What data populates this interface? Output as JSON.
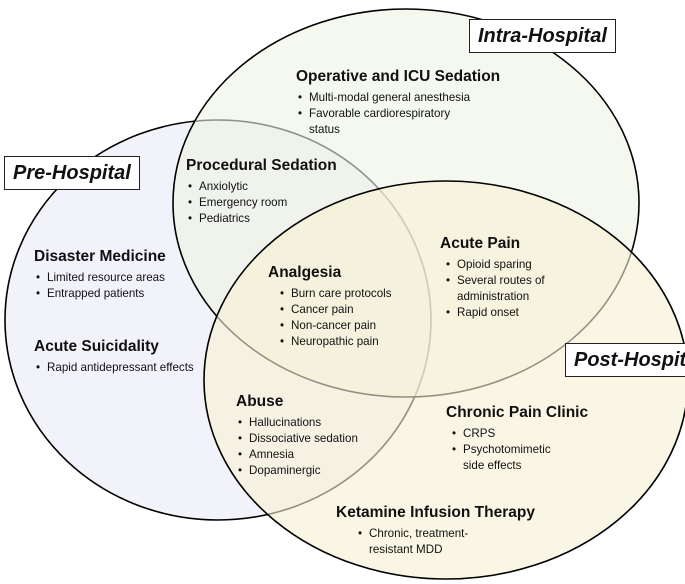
{
  "circles": [
    {
      "id": "pre-hospital",
      "label": "Pre-Hospital",
      "fill": "#e9eaf6"
    },
    {
      "id": "intra-hospital",
      "label": "Intra-Hospital",
      "fill": "#edf4e2"
    },
    {
      "id": "post-hospital",
      "label": "Post-Hospital",
      "fill": "#f7f0d3"
    }
  ],
  "regions": [
    {
      "id": "operative-icu-sedation",
      "title": "Operative and ICU Sedation",
      "items": [
        "Multi-modal general anesthesia",
        "Favorable cardiorespiratory status"
      ]
    },
    {
      "id": "procedural-sedation",
      "title": "Procedural Sedation",
      "items": [
        "Anxiolytic",
        "Emergency room",
        "Pediatrics"
      ]
    },
    {
      "id": "disaster-medicine",
      "title": "Disaster Medicine",
      "items": [
        "Limited resource areas",
        "Entrapped patients"
      ]
    },
    {
      "id": "acute-suicidality",
      "title": "Acute Suicidality",
      "items": [
        "Rapid antidepressant effects"
      ]
    },
    {
      "id": "analgesia",
      "title": "Analgesia",
      "items": [
        "Burn care protocols",
        "Cancer pain",
        "Non-cancer pain",
        "Neuropathic pain"
      ]
    },
    {
      "id": "acute-pain",
      "title": "Acute Pain",
      "items": [
        "Opioid sparing",
        "Several routes of administration",
        "Rapid onset"
      ]
    },
    {
      "id": "abuse",
      "title": "Abuse",
      "items": [
        "Hallucinations",
        "Dissociative sedation",
        "Amnesia",
        "Dopaminergic"
      ]
    },
    {
      "id": "chronic-pain-clinic",
      "title": "Chronic Pain Clinic",
      "items": [
        "CRPS",
        "Psychotomimetic side effects"
      ]
    },
    {
      "id": "ketamine-infusion-therapy",
      "title": "Ketamine Infusion Therapy",
      "items": [
        "Chronic, treatment-resistant MDD"
      ]
    }
  ]
}
